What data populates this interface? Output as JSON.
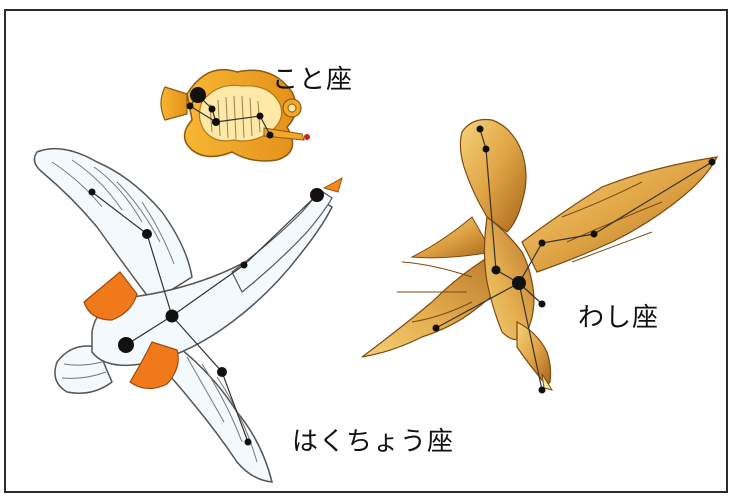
{
  "labels": {
    "lyra": "こと座",
    "aquila": "わし座",
    "cygnus": "はくちょう座"
  },
  "colors": {
    "frame": "#2b2b2b",
    "star": "#111111",
    "line": "#333333",
    "swan_body": "#f4f9fd",
    "swan_outline": "#555555",
    "swan_feet": "#f07a1a",
    "eagle_light": "#f0c060",
    "eagle_dark": "#b57424",
    "lyre_gold": "#f0a020",
    "lyre_light": "#ffe9a8"
  }
}
